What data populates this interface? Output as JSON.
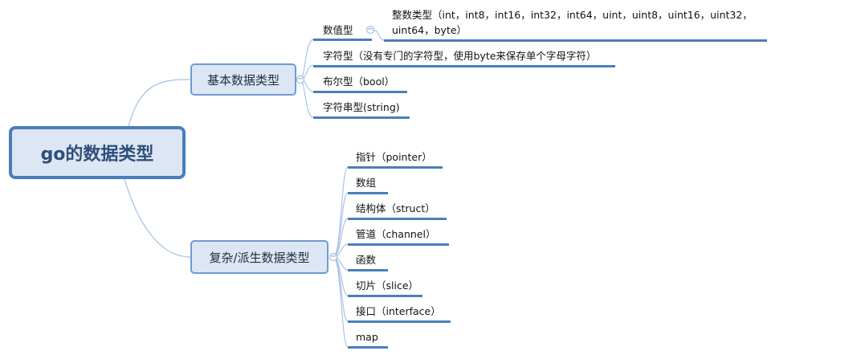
{
  "root": {
    "label": "go的数据类型"
  },
  "basic": {
    "label": "基本数据类型",
    "numeric": {
      "label": "数值型",
      "integer_line1": "整数类型（int，int8，int16，int32，int64，uint，uint8，uint16，uint32，",
      "integer_line2": "uint64，byte）"
    },
    "items": [
      "字符型（没有专门的字符型，使用byte来保存单个字母字符）",
      "布尔型（bool）",
      "字符串型(string)"
    ]
  },
  "complex": {
    "label": "复杂/派生数据类型",
    "items": [
      "指针（pointer）",
      "数组",
      "结构体（struct）",
      "管道（channel）",
      "函数",
      "切片（slice）",
      "接口（interface）",
      "map"
    ]
  },
  "collapse_glyph": "−",
  "colors": {
    "accent": "#4a7ebb",
    "node_fill": "#dce6f4",
    "connector": "#a9c3e4"
  }
}
